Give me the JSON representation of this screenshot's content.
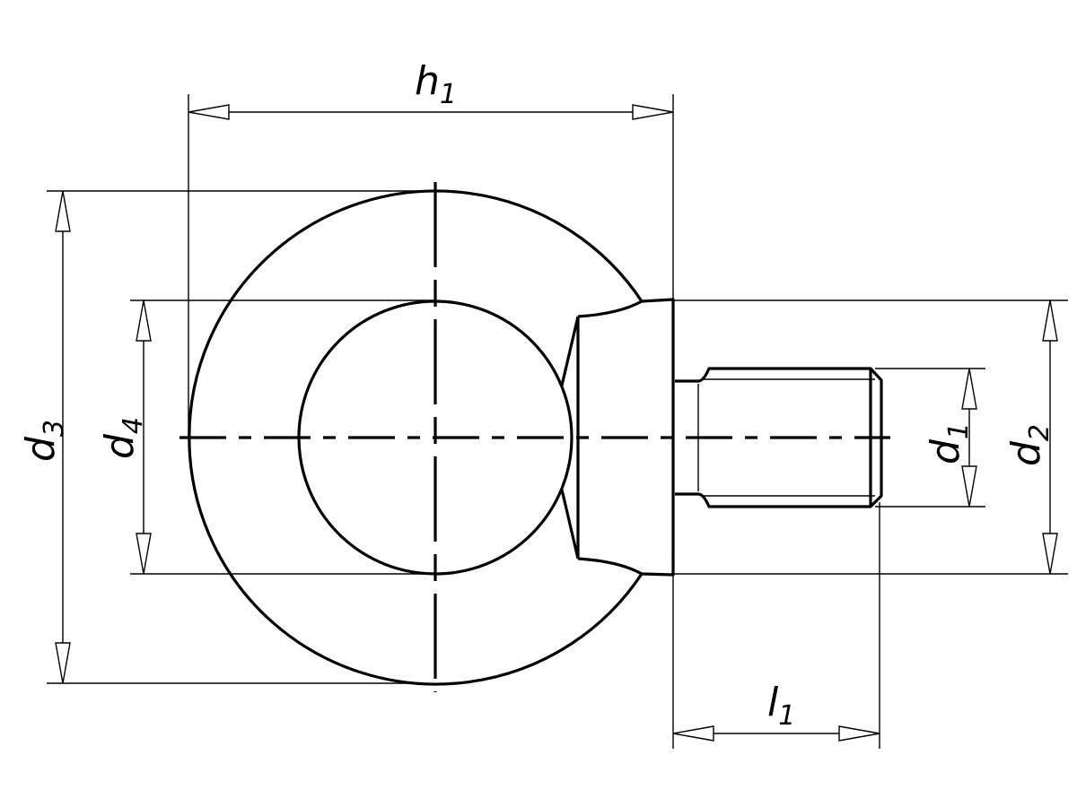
{
  "title": "Eye bolt dimension drawing",
  "dimensions": {
    "h1": {
      "base": "h",
      "sub": "1"
    },
    "d3": {
      "base": "d",
      "sub": "3"
    },
    "d4": {
      "base": "d",
      "sub": "4"
    },
    "d1": {
      "base": "d",
      "sub": "1"
    },
    "d2": {
      "base": "d",
      "sub": "2"
    },
    "l1": {
      "base": "l",
      "sub": "1"
    }
  }
}
